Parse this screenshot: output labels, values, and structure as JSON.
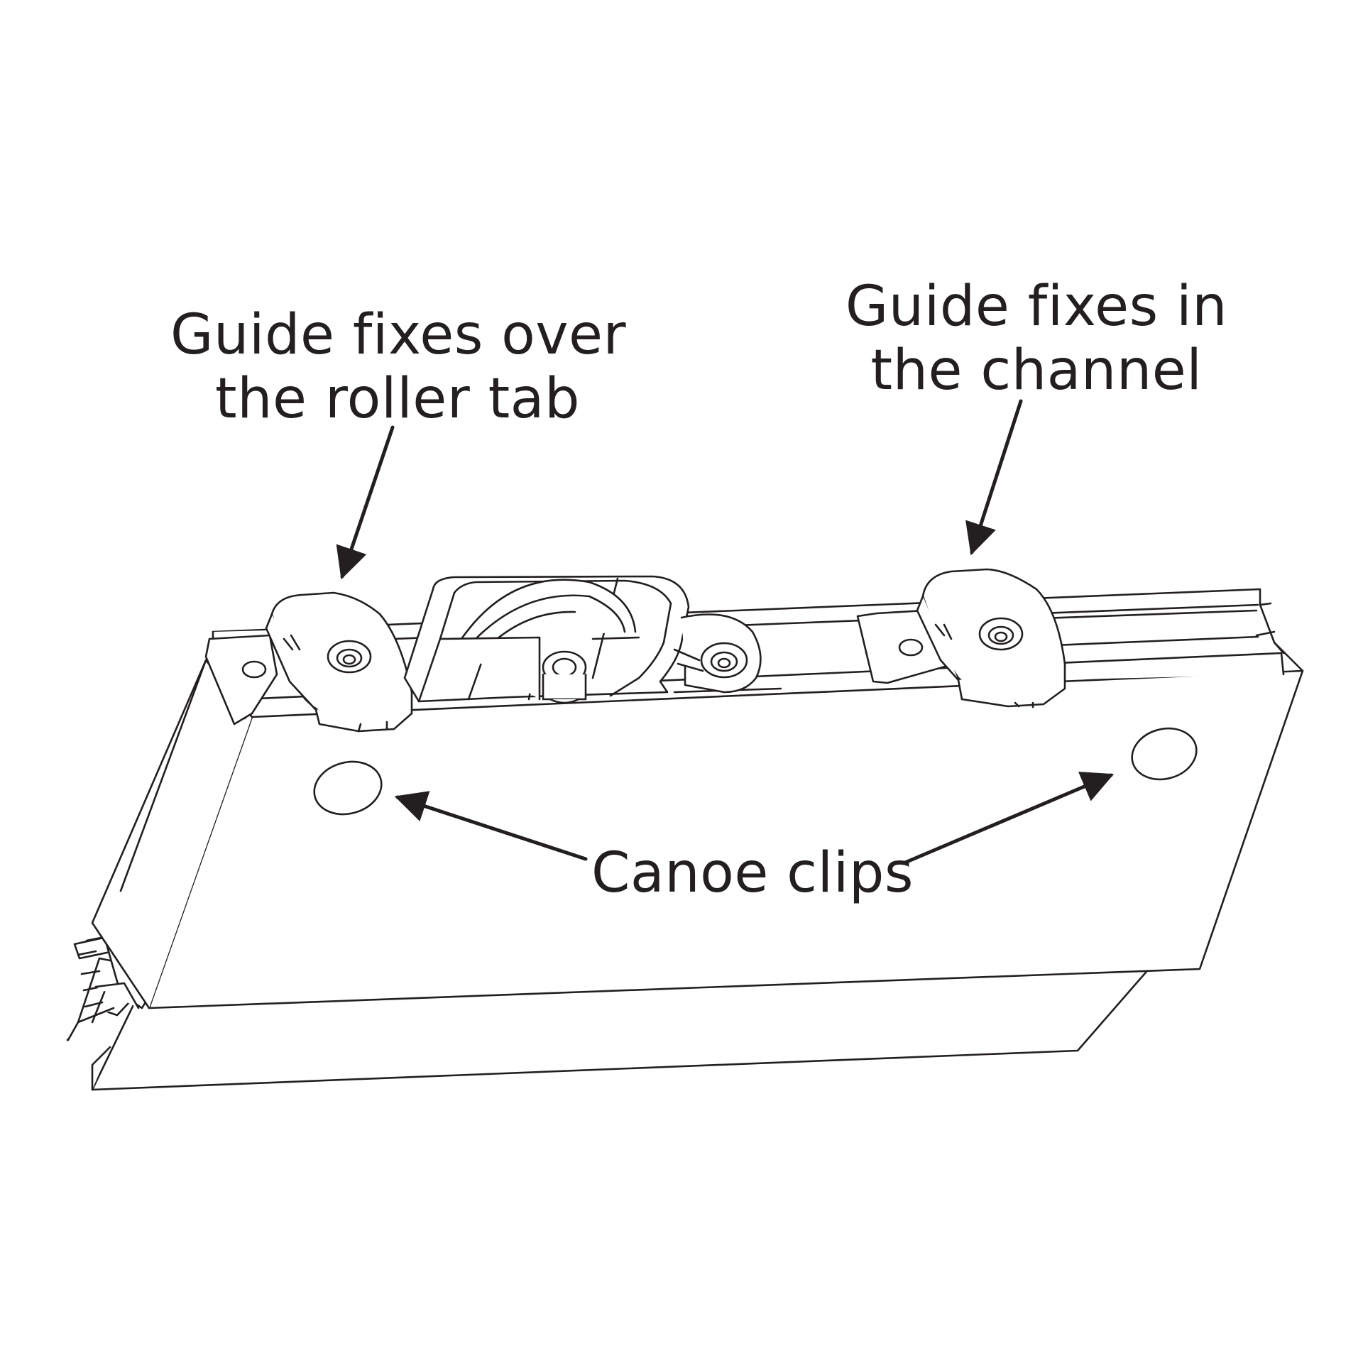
{
  "labels": {
    "guide_left": [
      "Guide fixes over",
      "the roller tab"
    ],
    "guide_right": [
      "Guide fixes in",
      "the channel"
    ],
    "canoe": "Canoe clips"
  },
  "colors": {
    "ink": "#231f20",
    "background": "#ffffff"
  }
}
